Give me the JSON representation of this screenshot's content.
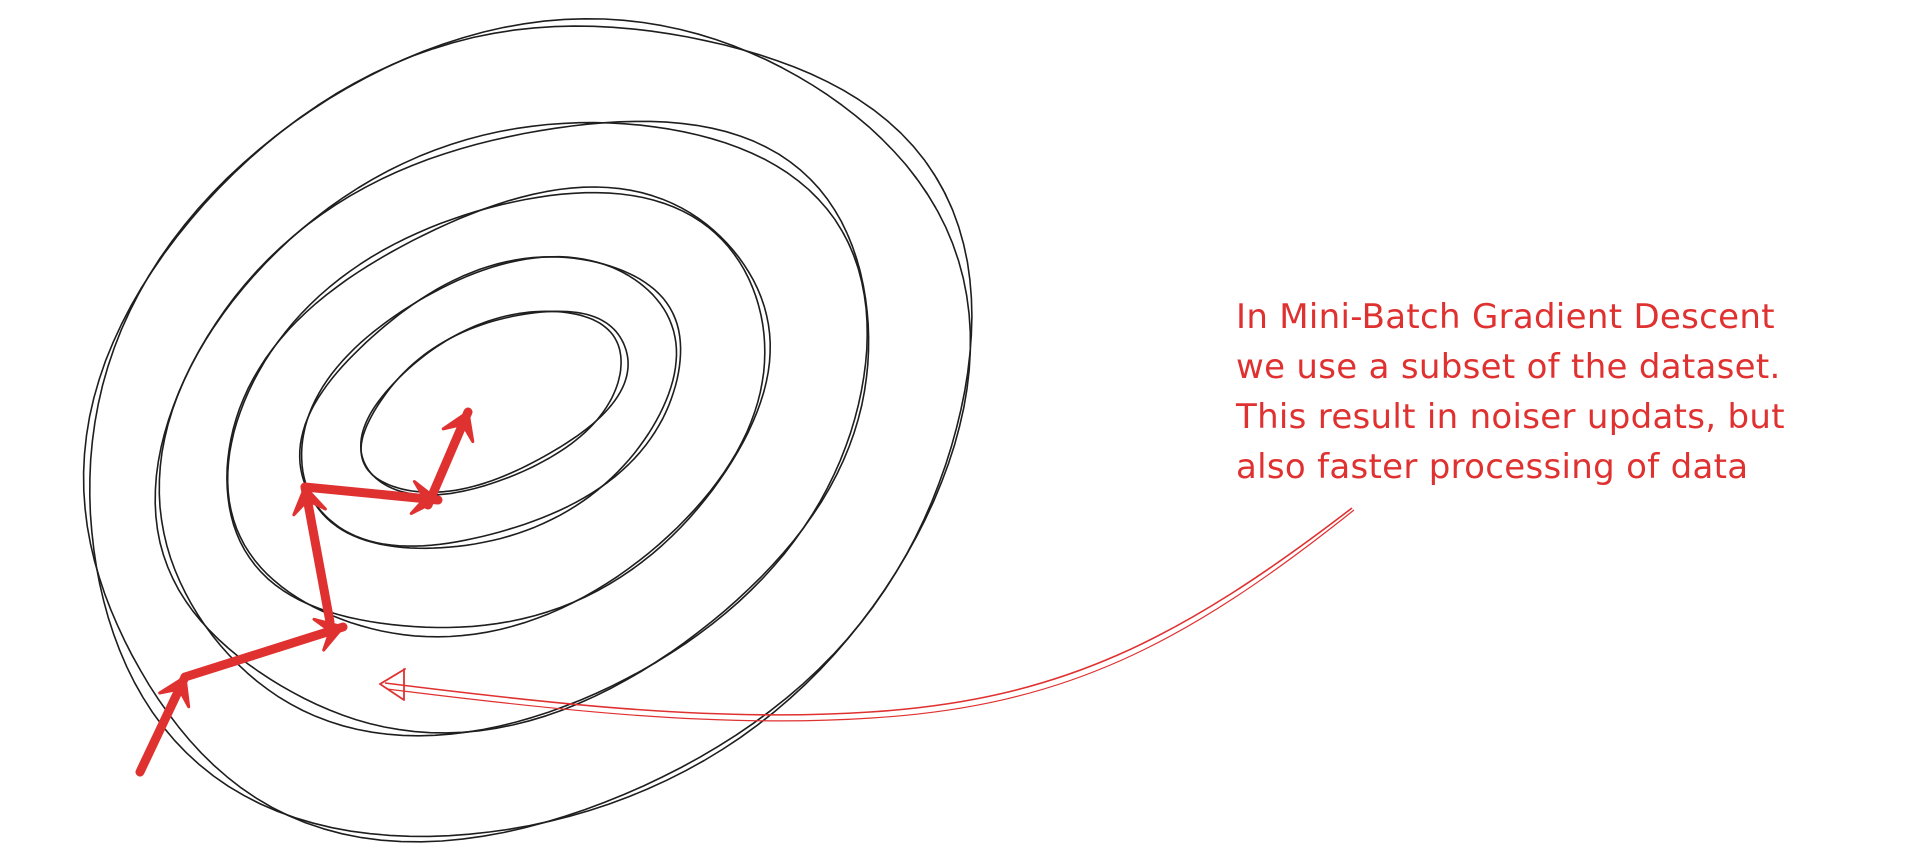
{
  "annotation": {
    "lines": [
      "In Mini-Batch Gradient Descent",
      "we use a subset of the dataset.",
      "This result in noiser updats, but",
      "also faster processing of data"
    ]
  },
  "colors": {
    "background": "#ffffff",
    "contours": "#1e1e1e",
    "path": "#e03131",
    "annotation": "#e03131"
  },
  "descent_path": {
    "steps": 5,
    "direction": "toward-center"
  }
}
